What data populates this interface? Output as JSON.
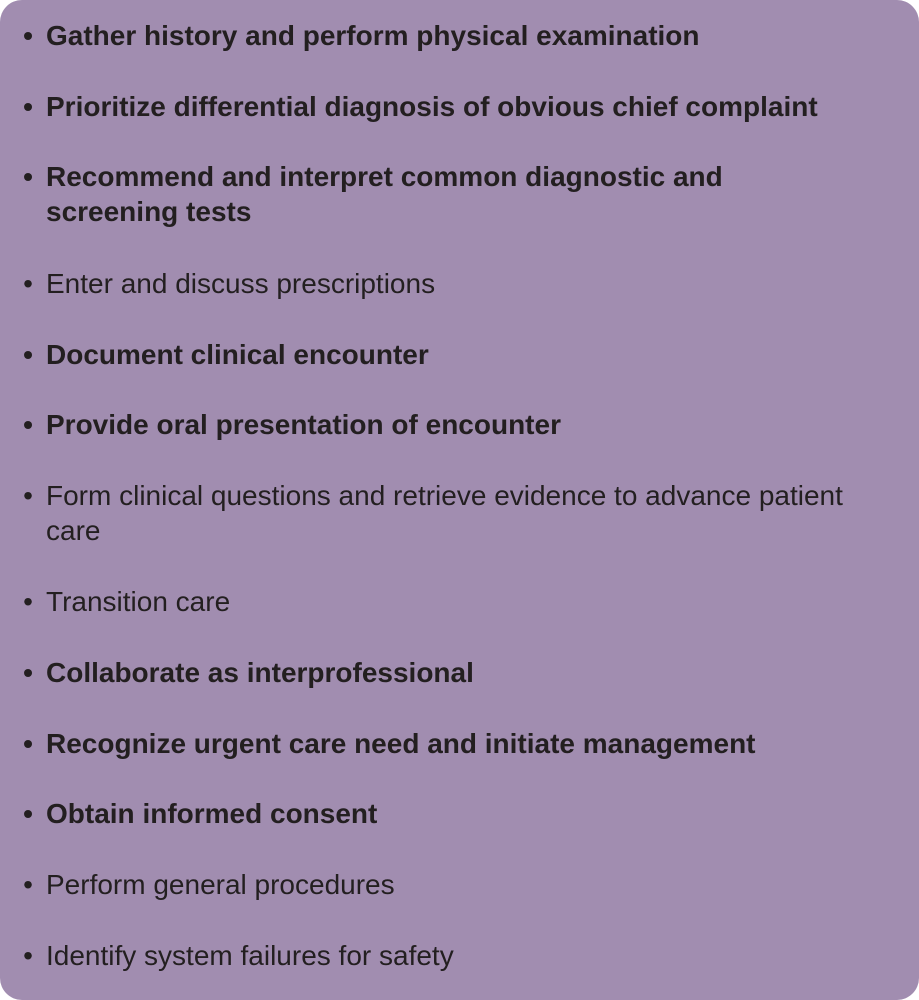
{
  "panel": {
    "background_color": "#a18db0",
    "text_color": "#231f20",
    "bullet_glyph": "•"
  },
  "items": [
    {
      "text": "Gather history and perform physical examination",
      "bold": true
    },
    {
      "text": "Prioritize differential diagnosis of obvious chief complaint",
      "bold": true
    },
    {
      "text": "Recommend and interpret common diagnostic and screening tests",
      "bold": true
    },
    {
      "text": "Enter and discuss prescriptions",
      "bold": false
    },
    {
      "text": "Document clinical encounter",
      "bold": true
    },
    {
      "text": "Provide oral presentation of encounter",
      "bold": true
    },
    {
      "text": "Form clinical questions and retrieve evidence to advance patient care",
      "bold": false
    },
    {
      "text": "Transition care",
      "bold": false
    },
    {
      "text": "Collaborate as interprofessional",
      "bold": true
    },
    {
      "text": "Recognize urgent care need and initiate management",
      "bold": true
    },
    {
      "text": "Obtain informed consent",
      "bold": true
    },
    {
      "text": "Perform general procedures",
      "bold": false
    },
    {
      "text": "Identify system failures for safety",
      "bold": false
    }
  ]
}
